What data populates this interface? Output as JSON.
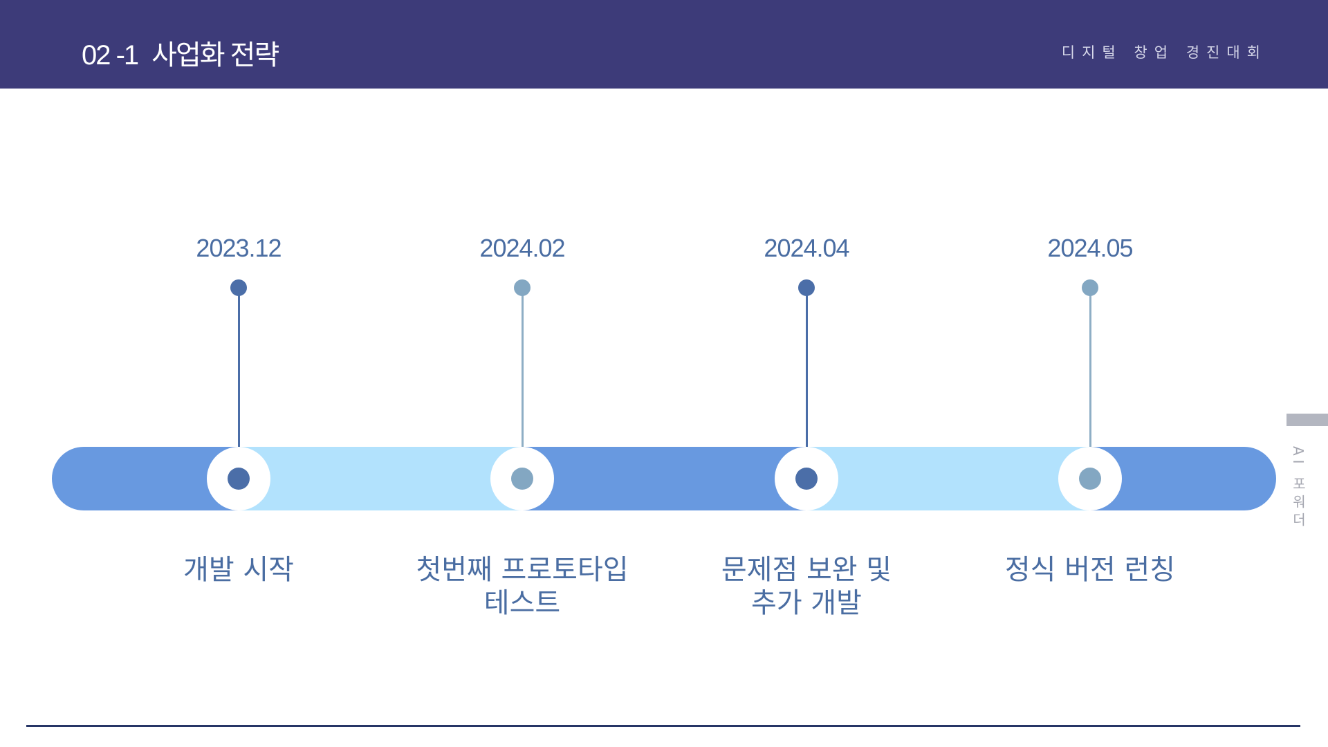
{
  "header": {
    "section_number": "02 -1",
    "title": "사업화 전략",
    "event": "디지털 창업 경진대회"
  },
  "side_tab": {
    "text": "AI 포워더"
  },
  "timeline": {
    "milestones": [
      {
        "date": "2023.12",
        "label": "개발 시작"
      },
      {
        "date": "2024.02",
        "label": "첫번째 프로토타입\n테스트"
      },
      {
        "date": "2024.04",
        "label": "문제점 보완 및\n추가 개발"
      },
      {
        "date": "2024.05",
        "label": "정식 버전 런칭"
      }
    ]
  },
  "colors": {
    "header_bg": "#3d3b79",
    "bar_dark": "#6899e0",
    "bar_light": "#b2e2fd",
    "node_dark": "#4b6ea8",
    "node_light": "#83a7c2",
    "text_blue": "#4a6da2"
  }
}
